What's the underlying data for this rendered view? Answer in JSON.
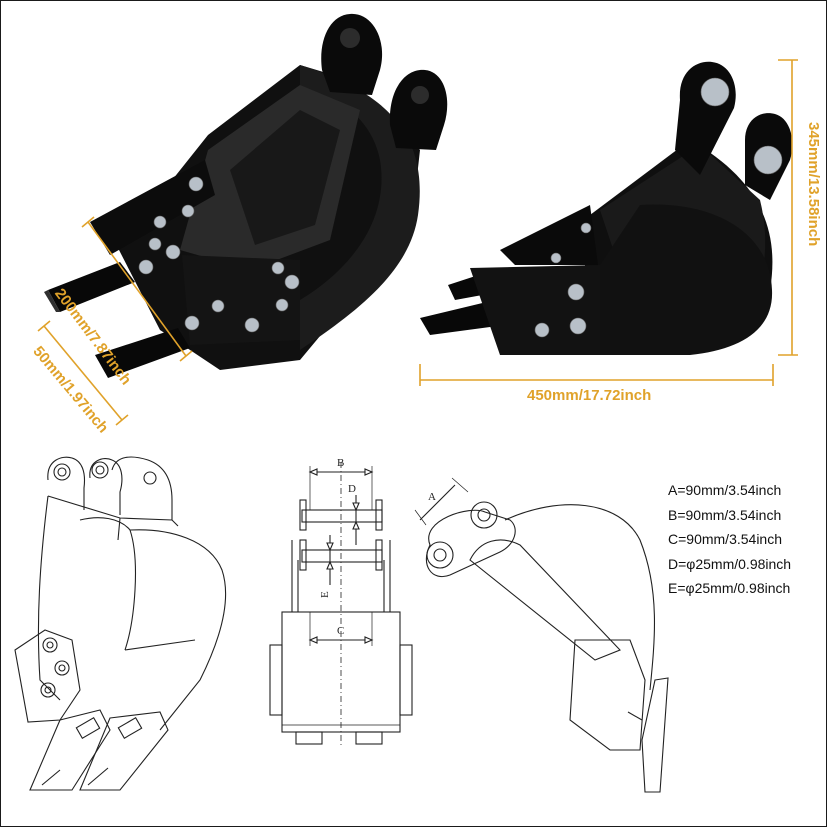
{
  "dimensions": {
    "height": "345mm/13.58inch",
    "width": "450mm/17.72inch",
    "depth": "200mm/7.87inch",
    "tooth": "50mm/1.97inch"
  },
  "specs": [
    "A=90mm/3.54inch",
    "B=90mm/3.54inch",
    "C=90mm/3.54inch",
    "D=φ25mm/0.98inch",
    "E=φ25mm/0.98inch"
  ],
  "drawing_labels": {
    "a": "A",
    "b": "B",
    "c": "C",
    "d": "D",
    "e": "E"
  },
  "colors": {
    "dimension": "#e0a22a",
    "bucket": "#0d0d0d",
    "bolt": "#b8c0c8"
  }
}
